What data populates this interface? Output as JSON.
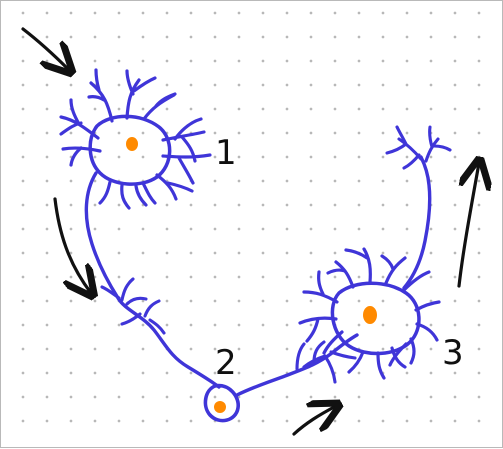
{
  "labels": {
    "neuron1": "1",
    "neuron2": "2",
    "neuron3": "3"
  },
  "colors": {
    "neuron": "#3f35d8",
    "nucleus": "#ff8a00",
    "arrow": "#111111",
    "grid_dot": "#b8b8b8",
    "border": "#b9b9b9"
  },
  "icons": {
    "arrow_1": "signal-direction-arrow-icon",
    "arrow_2": "signal-direction-arrow-icon",
    "arrow_3": "signal-direction-arrow-icon",
    "arrow_4": "signal-direction-arrow-icon"
  }
}
